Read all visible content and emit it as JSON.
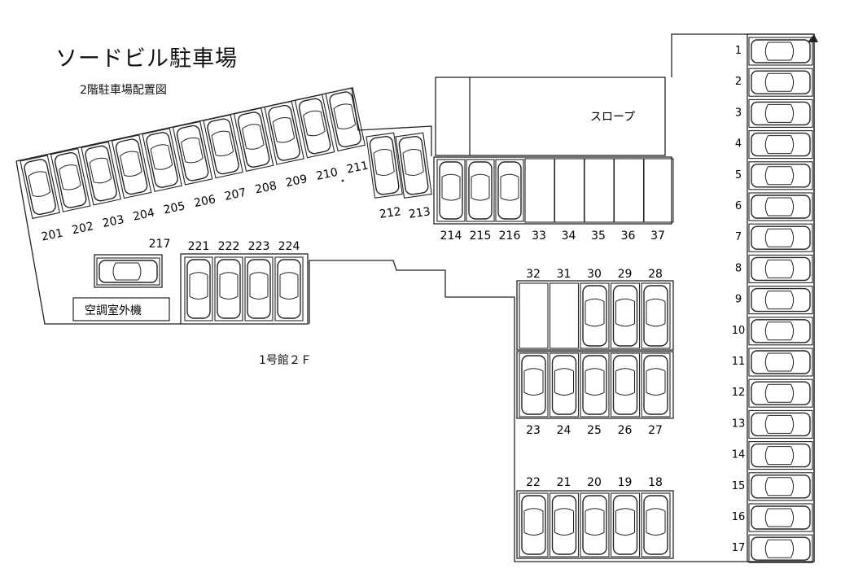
{
  "title": "ソードビル駐車場",
  "subtitle": "2階駐車場配置図",
  "floor_label": "1号館２Ｆ",
  "slope_label": "スロープ",
  "ac_unit_label": "空調室外機",
  "right_column_spaces": [
    "1",
    "2",
    "3",
    "4",
    "5",
    "6",
    "7",
    "8",
    "9",
    "10",
    "11",
    "12",
    "13",
    "14",
    "15",
    "16",
    "17"
  ],
  "row_201_211": [
    "201",
    "202",
    "203",
    "204",
    "205",
    "206",
    "207",
    "208",
    "209",
    "210",
    "211"
  ],
  "row_212_213": [
    "212",
    "213"
  ],
  "row_214_216": [
    "214",
    "215",
    "216"
  ],
  "row_33_37": [
    "33",
    "34",
    "35",
    "36",
    "37"
  ],
  "space_217": "217",
  "row_221_224": [
    "221",
    "222",
    "223",
    "224"
  ],
  "row_32_28": [
    "32",
    "31",
    "30",
    "29",
    "28"
  ],
  "row_23_27": [
    "23",
    "24",
    "25",
    "26",
    "27"
  ],
  "row_22_18": [
    "22",
    "21",
    "20",
    "19",
    "18"
  ],
  "vacant_spaces": [
    "33",
    "34",
    "35",
    "36",
    "37",
    "32",
    "31"
  ],
  "colors": {
    "line": "#222222",
    "background": "#ffffff"
  }
}
